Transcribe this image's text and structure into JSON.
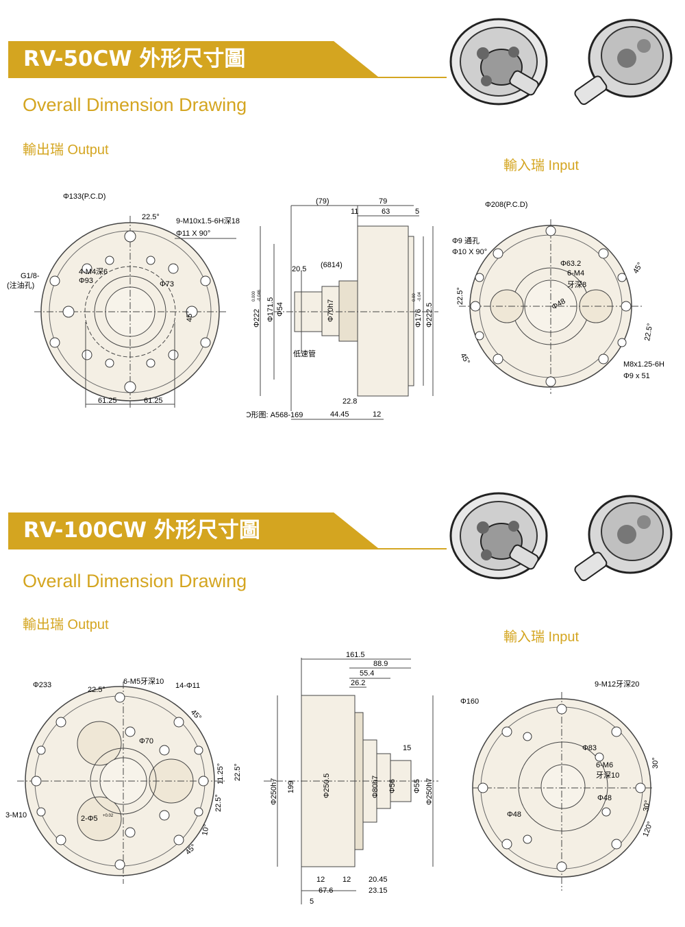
{
  "section1": {
    "title": "RV-50CW 外形尺寸圖",
    "subtitle": "Overall Dimension Drawing",
    "output_label": "輸出瑞  Output",
    "input_label": "輸入瑞  Input",
    "output_view": {
      "pcd": "Φ133(P.C.D)",
      "angle": "22.5°",
      "holes": "9-M10x1.5-6H深18",
      "counterbore": "Φ11 X 90°",
      "oil_port": "G1/8-",
      "oil_port_note": "(注油孔)",
      "tap": "4-M4深6",
      "d93": "Φ93",
      "d73": "Φ73",
      "ang45": "45°",
      "dim_left": "61.25",
      "dim_right": "61.25"
    },
    "side_view": {
      "top_left": "(79)",
      "top_right": "79",
      "d11": "11",
      "d63": "63",
      "d5": "5",
      "d205": "20.5",
      "d6814": "(6814)",
      "d222": "Φ222",
      "tol222_hi": "0.000",
      "tol222_lo": "-0.046",
      "d1715": "Φ171.5",
      "d54": "Φ54",
      "d70": "Φ70h7",
      "d176": "Φ176",
      "tol176_hi": "0.00",
      "tol176_lo": "-0.04",
      "d2225": "Φ222.5",
      "pipe": "低速管",
      "oring": "O形图: A568-169",
      "d228": "22.8",
      "d4445": "44.45",
      "d12": "12"
    },
    "input_view": {
      "pcd": "Φ208(P.C.D)",
      "through": "Φ9 通孔",
      "counter": "Φ10 X 90°",
      "d632": "Φ63.2",
      "m4": "6-M4",
      "depth": "牙深8",
      "d48": "Φ48",
      "a225a": "22.5°",
      "a45a": "45°",
      "a45b": "45°",
      "a225b": "22.5°",
      "m8": "M8x1.25-6H",
      "m8b": "Φ9 x 51"
    }
  },
  "section2": {
    "title": "RV-100CW 外形尺寸圖",
    "subtitle": "Overall Dimension Drawing",
    "output_label": "輸出瑞  Output",
    "input_label": "輸入瑞  Input",
    "output_view": {
      "d233": "Φ233",
      "a225": "22.5°",
      "m5": "6-M5牙深10",
      "d11": "14-Φ11",
      "a45": "45°",
      "d70": "Φ70",
      "a225b": "22.5°",
      "a1125": "11.25°",
      "a225c": "22.5°",
      "a10": "10°",
      "a45b": "45°",
      "m10": "3-M10",
      "d5": "2-Φ5",
      "tol5": "+0.02"
    },
    "side_view": {
      "d1615": "161.5",
      "d889": "88.9",
      "d554": "55.4",
      "d262": "26.2",
      "d15": "15",
      "d250l": "Φ250h7",
      "d199": "199",
      "d2505": "Φ250.5",
      "d80": "Φ80h7",
      "d56": "Φ56",
      "d55": "Φ55",
      "d250r": "Φ250h7",
      "d12a": "12",
      "d12b": "12",
      "d2045": "20.45",
      "d676": "67.6",
      "d2315": "23.15",
      "d5b": "5"
    },
    "input_view": {
      "m12": "9-M12牙深20",
      "d160": "Φ160",
      "d83": "Φ83",
      "m6": "6-M6",
      "depth": "牙深10",
      "a30a": "30°",
      "d48a": "Φ48",
      "a30b": "30°",
      "d48b": "Φ48",
      "a120": "120°"
    }
  }
}
